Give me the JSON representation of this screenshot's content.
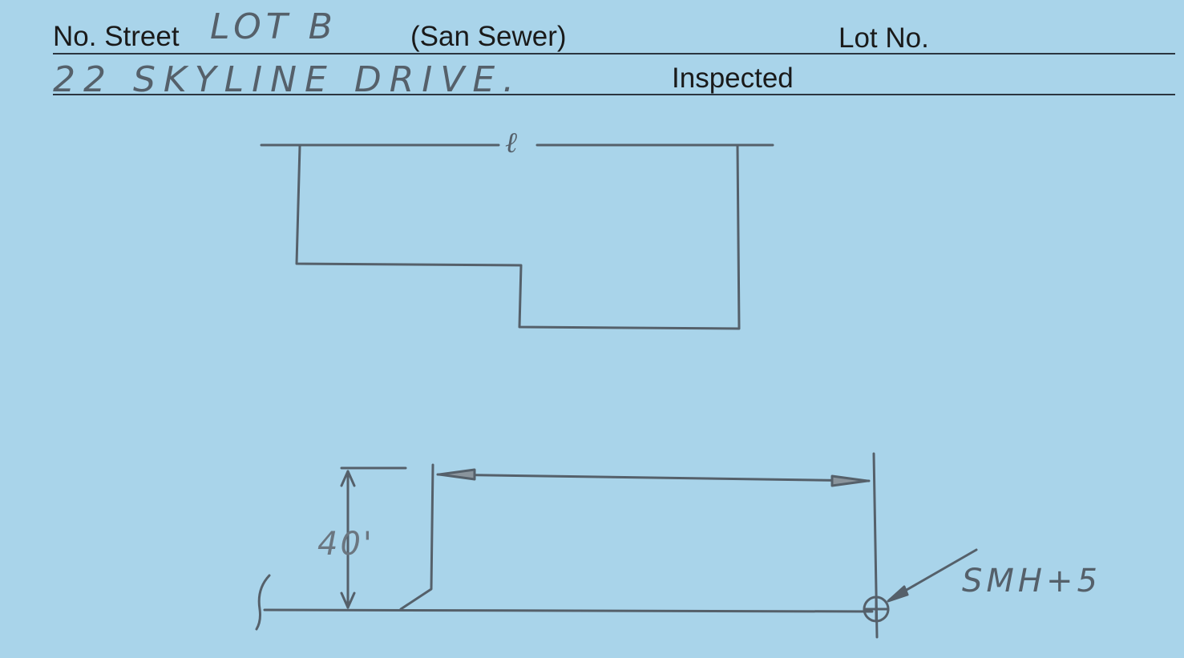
{
  "card": {
    "no_street_label": "No. Street",
    "san_sewer_label": "(San Sewer)",
    "lot_no_label": "Lot No.",
    "inspected_label": "Inspected",
    "handwritten_lot": "LOT B",
    "handwritten_address": "22 SKYLINE DRIVE."
  },
  "sketch": {
    "house_outline_mark": "ℓ",
    "dimension_label": "40'",
    "manhole_label": "SMH+5"
  },
  "colors": {
    "card_background": "#a9d4ea",
    "pencil": "#55606a",
    "print": "#1a1a1a"
  }
}
